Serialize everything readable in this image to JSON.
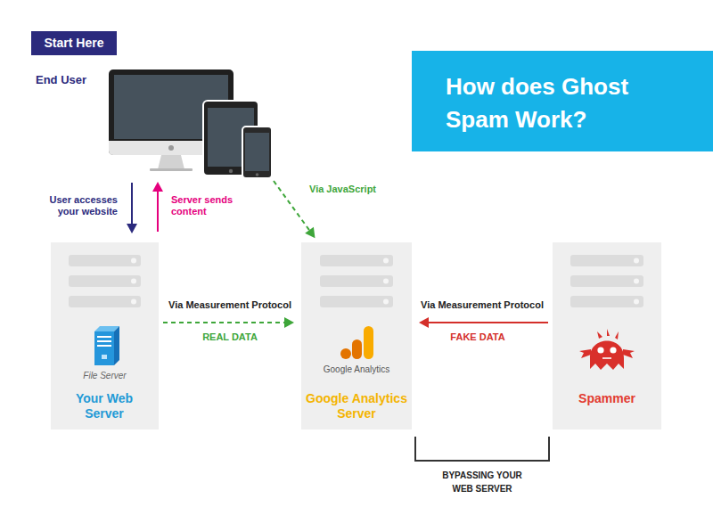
{
  "diagram": {
    "title": "How does Ghost Spam Work?",
    "nodes": [
      {
        "text": [
          "Start Here"
        ]
      },
      {
        "text": [
          "End User"
        ]
      },
      {
        "text": [
          "File Server",
          "Your Web Server"
        ]
      },
      {
        "text": [
          "Google Analytics",
          "Google Analytics Server"
        ]
      },
      {
        "text": [
          "Spammer"
        ]
      }
    ],
    "edges": [
      {
        "from": 1,
        "to": 2,
        "label": "User accesses your website",
        "arrow": "to"
      },
      {
        "from": 2,
        "to": 1,
        "label": "Server sends content",
        "arrow": "to"
      },
      {
        "from": 1,
        "to": 3,
        "label": "Via JavaScript",
        "arrow": "to"
      },
      {
        "from": 2,
        "to": 3,
        "label": "Via Measurement Protocol",
        "arrow": "to"
      },
      {
        "from": 4,
        "to": 3,
        "label": "Via Measurement Protocol",
        "arrow": "to"
      }
    ],
    "labels": [
      "REAL DATA",
      "FAKE DATA",
      "BYPASSING YOUR WEB SERVER"
    ]
  }
}
